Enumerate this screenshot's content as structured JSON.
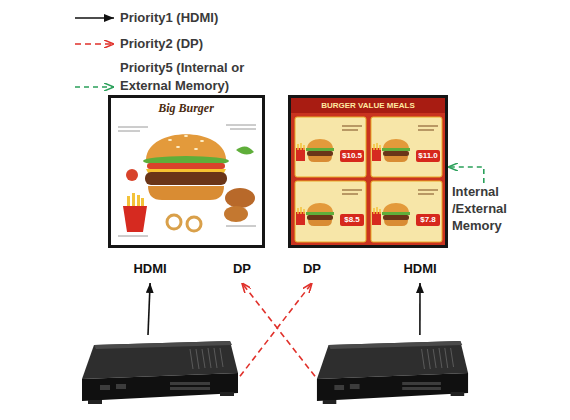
{
  "diagram": {
    "nodes": [
      {
        "text": [
          "HDMI",
          "DP"
        ]
      },
      {
        "text": [
          "DP",
          "HDMI"
        ]
      },
      {
        "text": [
          "Internal /External Memory"
        ]
      },
      {
        "text": []
      },
      {
        "text": []
      }
    ],
    "edges": [
      {
        "from": 3,
        "to": 0,
        "arrow": "to"
      },
      {
        "from": 3,
        "to": 1,
        "arrow": "to"
      },
      {
        "from": 4,
        "to": 1,
        "arrow": "to"
      },
      {
        "from": 4,
        "to": 0,
        "arrow": "to"
      },
      {
        "from": 2,
        "to": 1,
        "arrow": "to"
      }
    ],
    "labels": [
      "Big Burger",
      "BURGER VALUE MEALS",
      "$10.5",
      "$11.0",
      "$8.5",
      "$7.8"
    ],
    "legend": [
      {
        "text": "Priority1 (HDMI)"
      },
      {
        "text": "Priority2 (DP)"
      },
      {
        "text": "Priority5 (Internal or External Memory)"
      }
    ]
  }
}
